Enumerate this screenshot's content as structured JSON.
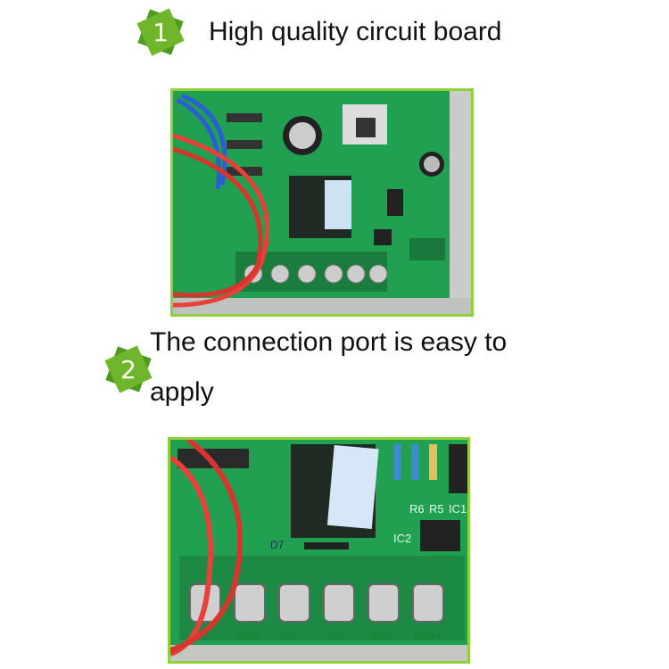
{
  "section1": {
    "badge": "1",
    "title": "High quality circuit board"
  },
  "section2": {
    "badge": "2",
    "title_line1": "The connection port is easy to",
    "title_line2": "apply"
  },
  "photo2": {
    "terminal_labels": [
      "N.O.",
      "GND",
      "N.C.",
      "12V",
      "GND",
      "PUSH"
    ],
    "component_labels": [
      "R6",
      "R5",
      "IC1",
      "IC2",
      "D7"
    ]
  },
  "colors": {
    "badge_green": "#6fb62c",
    "border_green": "#8ed13a",
    "pcb_green": "#1f9a4c"
  }
}
